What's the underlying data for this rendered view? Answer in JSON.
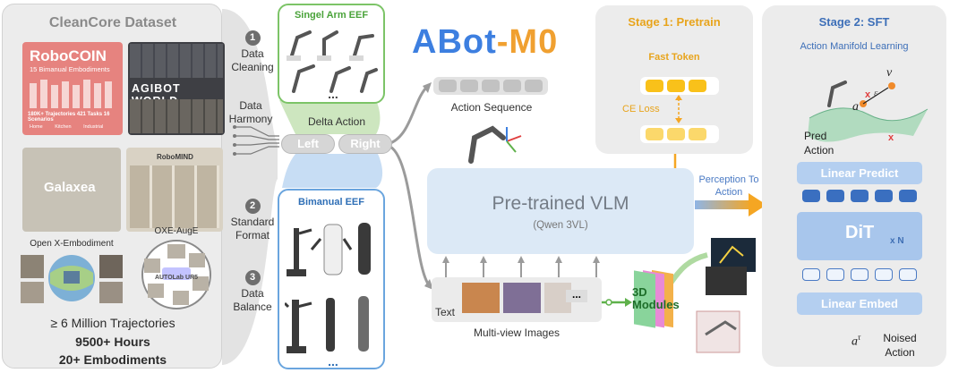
{
  "dataset": {
    "title": "CleanCore Dataset",
    "robocoin": {
      "logo": "RoboCOIN",
      "subtitle": "15 Bimanual Embodiments",
      "stats": "180K+ Trajectories   421 Tasks   16 Scenarios",
      "captions": "Home Kitchen Industrial"
    },
    "agibot": "AGIBOT WORLD",
    "galaxea": "Galaxea",
    "robomind": "RoboMIND",
    "oxe": "Open X-Embodiment",
    "oxe_aug": "OXE-AugE",
    "oxe_aug_inner": "AUTOLab UR5",
    "stats": [
      "≥ 6 Million Trajectories",
      "9500+ Hours",
      "20+ Embodiments"
    ]
  },
  "steps": [
    {
      "num": "1",
      "label": "Data Cleaning"
    },
    {
      "label": "Data Harmony"
    },
    {
      "num": "2",
      "label": "Standard Format"
    },
    {
      "num": "3",
      "label": "Data Balance"
    }
  ],
  "delta_action": "Delta Action",
  "pills": {
    "left": "Left",
    "right": "Right"
  },
  "single_arm": {
    "title": "Singel Arm EEF",
    "more": "..."
  },
  "bimanual": {
    "title": "Bimanual EEF",
    "more": "..."
  },
  "title_main": {
    "part1": "ABot",
    "dash": "-",
    "part2": "M0"
  },
  "action_sequence": "Action Sequence",
  "vlm": {
    "title": "Pre-trained VLM",
    "subtitle": "(Qwen 3VL)"
  },
  "inputs": {
    "text": "Text",
    "multiview": "Multi-view Images",
    "three_d": "3D Modules",
    "ellipsis": "..."
  },
  "pretrain": {
    "title": "Stage 1: Pretrain",
    "fast_token": "Fast Token",
    "ce_loss": "CE Loss"
  },
  "perception": "Perception To Action",
  "sft": {
    "title": "Stage 2: SFT",
    "subtitle": "Action Manifold Learning",
    "linear_predict": "Linear Predict",
    "dit": "DiT",
    "xn": "x N",
    "linear_embed": "Linear Embed",
    "pred_action": "Pred Action",
    "noised_action": "Noised Action",
    "v": "v",
    "a": "a",
    "epsilon": "ε",
    "a_tau_base": "a",
    "a_tau_sup": "τ",
    "cross": "x"
  },
  "colors": {
    "orange": "#f5a623",
    "token": "#f9c11a",
    "blue": "#b4cff0",
    "green": "#5fb14b",
    "edge": "#4a90d9"
  }
}
